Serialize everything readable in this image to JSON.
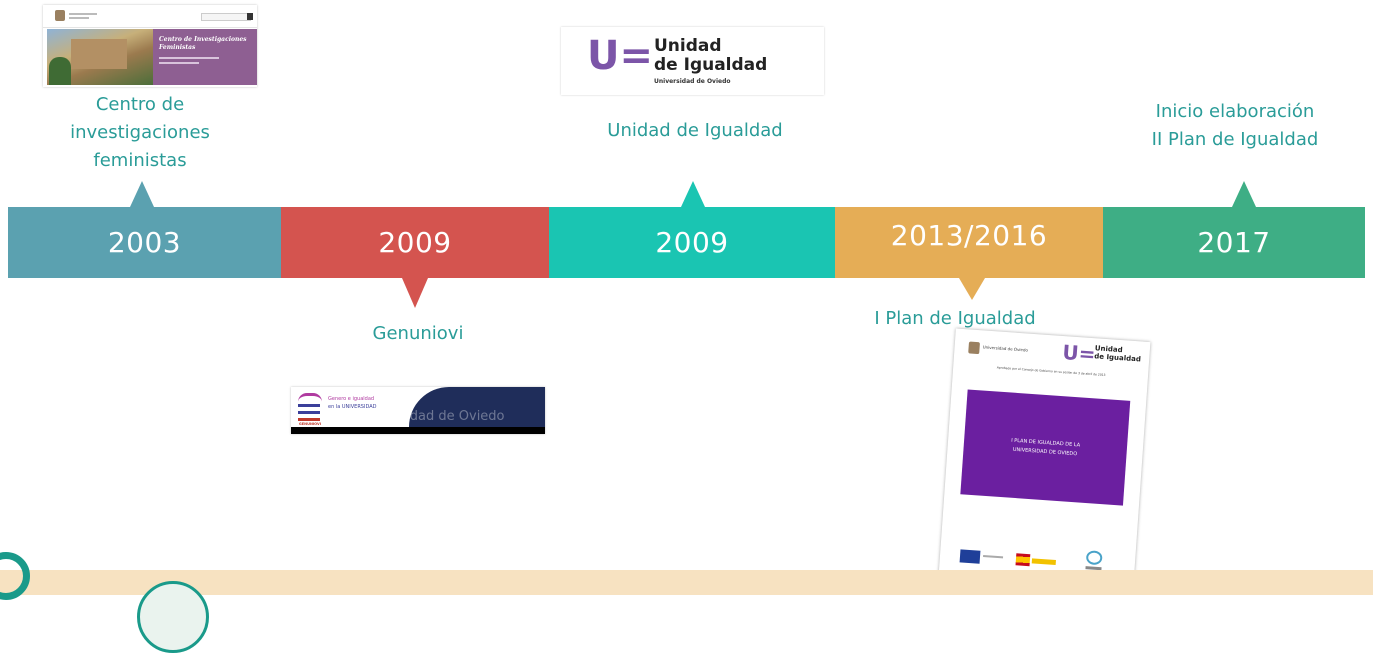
{
  "timeline": {
    "items": [
      {
        "year": "2003",
        "color": "#5ba1b0"
      },
      {
        "year": "2009",
        "color": "#d4544f"
      },
      {
        "year": "2009",
        "color": "#1ac5b2"
      },
      {
        "year": "2013/2016",
        "color": "#e5ad56"
      },
      {
        "year": "2017",
        "color": "#3eae85"
      }
    ],
    "labels": {
      "centro_line1": "Centro de",
      "centro_line2": "investigaciones",
      "centro_line3": "feministas",
      "genuniovi": "Genuniovi",
      "unidad": "Unidad de Igualdad",
      "plan": "I Plan de Igualdad",
      "inicio_line1": "Inicio elaboración",
      "inicio_line2": "II Plan de Igualdad"
    },
    "label_color": "#2a9c98"
  },
  "thumbnails": {
    "site": {
      "title_line1": "Centro de Investigaciones",
      "title_line2": "Feministas",
      "panel_color": "#8e5f92"
    },
    "unidad_logo": {
      "mark": "U=",
      "line1": "Unidad",
      "line2": "de Igualdad",
      "sub": "Universidad de Oviedo",
      "mark_color": "#7c55a8"
    },
    "genuniovi_banner": {
      "line1": "Genero e igualdad",
      "line2": "en la UNIVERSIDAD",
      "faded": "Universidad de Oviedo",
      "badge": "GENUNIOVI"
    },
    "plan_doc": {
      "header_left": "Universidad de Oviedo",
      "header_mark": "U=",
      "header_line1": "Unidad",
      "header_line2": "de Igualdad",
      "approved": "Aprobado por el Consejo de Gobierno en su sesión de 3 de abril de 2013",
      "cover_line1": "I PLAN DE IGUALDAD DE LA",
      "cover_line2": "UNIVERSIDAD DE OVIEDO",
      "cover_color": "#6b1fa0"
    }
  },
  "footer": {
    "color": "#f7e2c1"
  }
}
